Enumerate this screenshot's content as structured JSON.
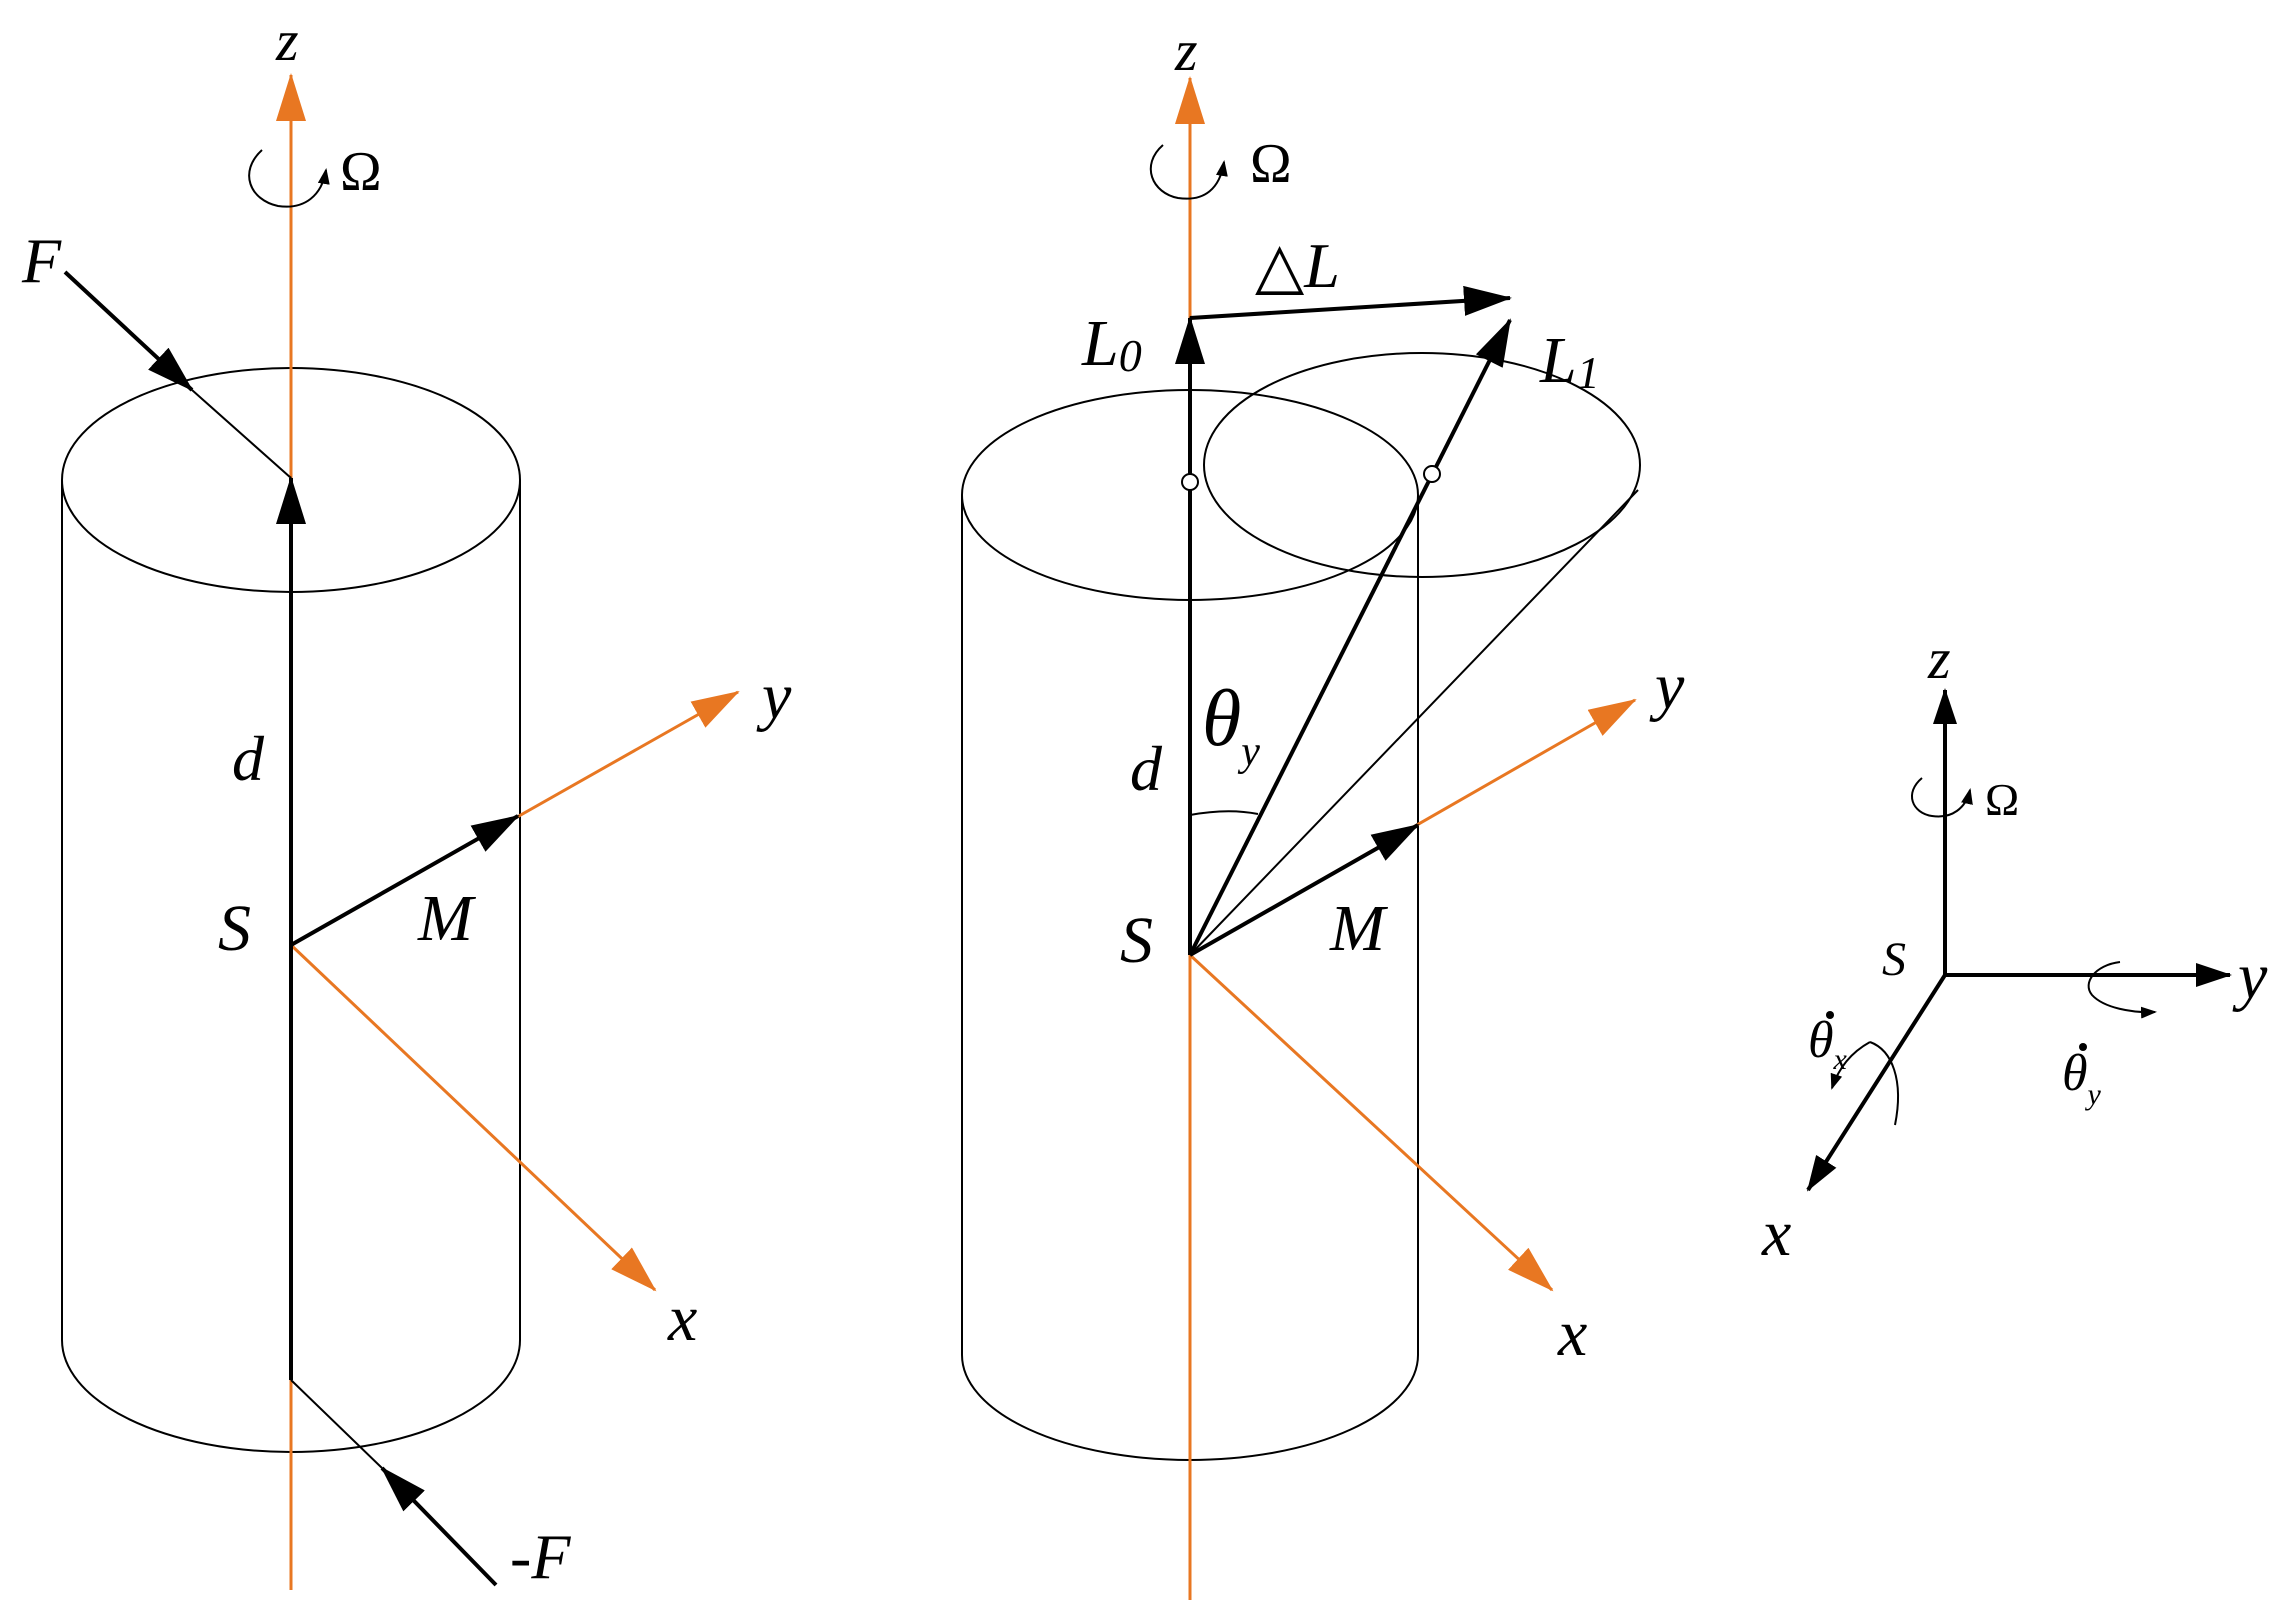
{
  "colors": {
    "axis": "#E87722",
    "ink": "#000000",
    "background": "#ffffff"
  },
  "left": {
    "z": "z",
    "y": "y",
    "x": "x",
    "omega": "Ω",
    "F": "F",
    "negF": "-F",
    "d": "d",
    "S": "S",
    "M": "M"
  },
  "middle": {
    "z": "z",
    "y": "y",
    "x": "x",
    "omega": "Ω",
    "deltaL": "△L",
    "L0": "L",
    "L0_sub": "0",
    "L1": "L",
    "L1_sub": "1",
    "theta": "θ",
    "theta_sub": "y",
    "d": "d",
    "S": "S",
    "M": "M"
  },
  "right": {
    "z": "z",
    "y": "y",
    "x": "x",
    "omega": "Ω",
    "S": "S",
    "thetadot_x": "θ",
    "thetadot_x_sub": "x",
    "thetadot_y": "θ",
    "thetadot_y_sub": "y"
  }
}
